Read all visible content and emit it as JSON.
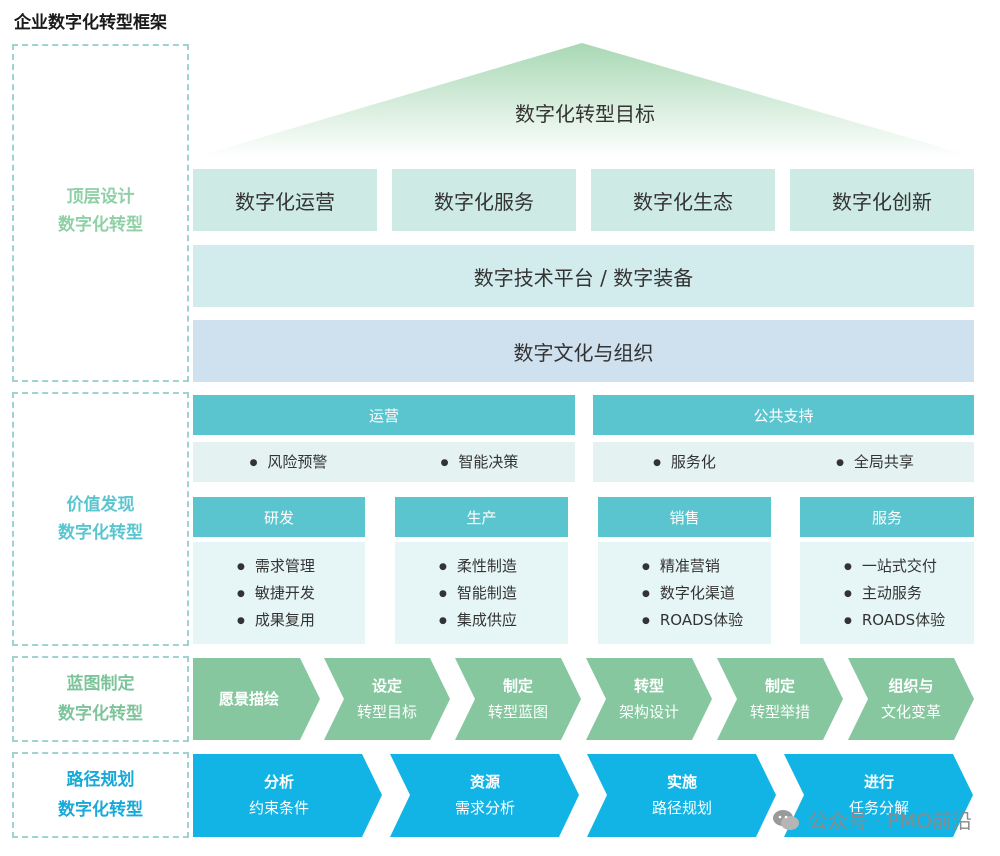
{
  "title": "企业数字化转型框架",
  "left_labels": [
    {
      "line1": "顶层设计",
      "line2": "数字化转型",
      "color": "#8fd0a6"
    },
    {
      "line1": "价值发现",
      "line2": "数字化转型",
      "color": "#5bc5cf"
    },
    {
      "line1": "蓝图制定",
      "line2": "数字化转型",
      "color": "#7dc49b"
    },
    {
      "line1": "路径规划",
      "line2": "数字化转型",
      "color": "#17a9d8"
    }
  ],
  "top": {
    "roof": "数字化转型目标",
    "pillars": [
      "数字化运营",
      "数字化服务",
      "数字化生态",
      "数字化创新"
    ],
    "platform": "数字技术平台 / 数字装备",
    "culture": "数字文化与组织"
  },
  "value": {
    "wide": [
      {
        "head": "运营",
        "items": [
          "风险预警",
          "智能决策"
        ]
      },
      {
        "head": "公共支持",
        "items": [
          "服务化",
          "全局共享"
        ]
      }
    ],
    "narrow": [
      {
        "head": "研发",
        "items": [
          "需求管理",
          "敏捷开发",
          "成果复用"
        ]
      },
      {
        "head": "生产",
        "items": [
          "柔性制造",
          "智能制造",
          "集成供应"
        ]
      },
      {
        "head": "销售",
        "items": [
          "精准营销",
          "数字化渠道",
          "ROADS体验"
        ]
      },
      {
        "head": "服务",
        "items": [
          "一站式交付",
          "主动服务",
          "ROADS体验"
        ]
      }
    ]
  },
  "blueprint": [
    {
      "l1": "愿景描绘",
      "l2": ""
    },
    {
      "l1": "设定",
      "l2": "转型目标"
    },
    {
      "l1": "制定",
      "l2": "转型蓝图"
    },
    {
      "l1": "转型",
      "l2": "架构设计"
    },
    {
      "l1": "制定",
      "l2": "转型举措"
    },
    {
      "l1": "组织与",
      "l2": "文化变革"
    }
  ],
  "path": [
    {
      "l1": "分析",
      "l2": "约束条件"
    },
    {
      "l1": "资源",
      "l2": "需求分析"
    },
    {
      "l1": "实施",
      "l2": "路径规划"
    },
    {
      "l1": "进行",
      "l2": "任务分解"
    }
  ],
  "watermark": "公众号 · PMO前沿",
  "colors": {
    "roof_top": "#a8d8b4",
    "pillar": "#cdeae4",
    "platform": "#d2ecee",
    "culture": "#cfe0ee",
    "value_head": "#5bc5cf",
    "blueprint_arrow": "#86c79f",
    "path_arrow": "#12b4e6"
  }
}
